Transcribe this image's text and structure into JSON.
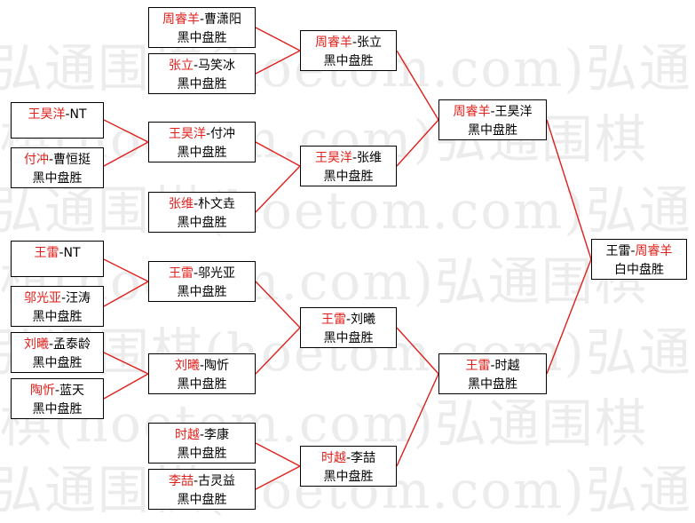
{
  "watermark": {
    "rows": [
      "弘通围棋(hoetom.com)弘通",
      "围棋(hoetom.com)弘通围棋",
      "弘通围棋(hoetom.com)弘通",
      "围棋(hoetom.com)弘通围棋",
      "弘通围棋(hoetom.com)弘通",
      "围棋(hoetom.com)弘通围棋",
      "弘通围棋(hoetom.com)弘通"
    ]
  },
  "colors": {
    "winner": "#e0201b",
    "line": "#e0201b",
    "border": "#000000"
  },
  "bracket": {
    "r1_1": {
      "winner": "王昊洋",
      "rest": "-NT",
      "result": ""
    },
    "r1_2": {
      "winner": "付冲",
      "rest": "-曹恒挺",
      "result": "黑中盘胜"
    },
    "r1_3": {
      "winner": "王雷",
      "rest": "-NT",
      "result": ""
    },
    "r1_4": {
      "winner": "邬光亚",
      "rest": "-汪涛",
      "result": "黑中盘胜"
    },
    "r1_5": {
      "winner": "刘曦",
      "rest": "-孟泰龄",
      "result": "黑中盘胜"
    },
    "r1_6": {
      "winner": "陶忻",
      "rest": "-蓝天",
      "result": "黑中盘胜"
    },
    "r2_1": {
      "winner": "周睿羊",
      "rest": "-曹潇阳",
      "result": "黑中盘胜"
    },
    "r2_2": {
      "winner": "张立",
      "rest": "-马笑冰",
      "result": "黑中盘胜"
    },
    "r2_3": {
      "winner": "王昊洋",
      "rest": "-付冲",
      "result": "黑中盘胜"
    },
    "r2_4": {
      "winner": "张维",
      "rest": "-朴文垚",
      "result": "黑中盘胜"
    },
    "r2_5": {
      "winner": "王雷",
      "rest": "-邬光亚",
      "result": "黑中盘胜"
    },
    "r2_6": {
      "winner": "刘曦",
      "rest": "-陶忻",
      "result": "黑中盘胜"
    },
    "r2_7": {
      "winner": "时越",
      "rest": "-李康",
      "result": "黑中盘胜"
    },
    "r2_8": {
      "winner": "李喆",
      "rest": "-古灵益",
      "result": "黑中盘胜"
    },
    "r3_1": {
      "winner": "周睿羊",
      "rest": "-张立",
      "result": "黑中盘胜"
    },
    "r3_2": {
      "winner": "王昊洋",
      "rest": "-张维",
      "result": "黑中盘胜"
    },
    "r3_3": {
      "winner": "王雷",
      "rest": "-刘曦",
      "result": "黑中盘胜"
    },
    "r3_4": {
      "winner": "时越",
      "rest": "-李喆",
      "result": "黑中盘胜"
    },
    "r4_1": {
      "winner": "周睿羊",
      "rest": "-王昊洋",
      "result": "黑中盘胜"
    },
    "r4_2": {
      "winner": "王雷",
      "rest": "-时越",
      "result": "黑中盘胜"
    },
    "final": {
      "lead": "王雷-",
      "winner": "周睿羊",
      "result": "白中盘胜"
    }
  }
}
